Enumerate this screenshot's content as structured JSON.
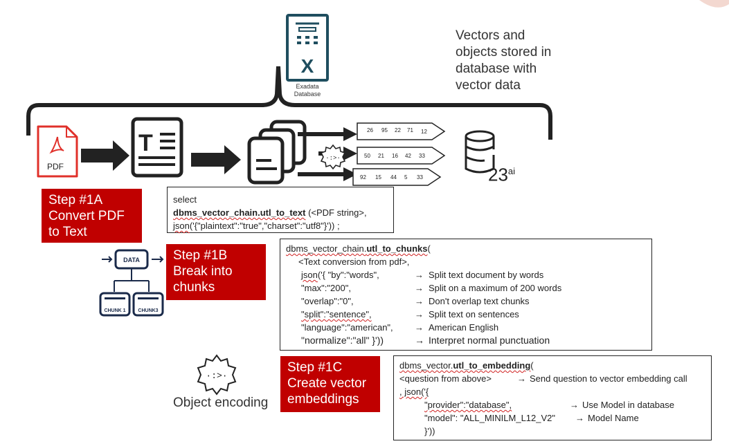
{
  "database": {
    "icon": "exadata-icon",
    "label_line1": "Exadata",
    "label_line2": "Database"
  },
  "top_note": [
    "Vectors and",
    "objects stored in",
    "database with",
    "vector data"
  ],
  "pdf_icon_label": "PDF",
  "vector_rows": [
    [
      "26",
      "95",
      "22",
      "71",
      "12"
    ],
    [
      "50",
      "21",
      "16",
      "42",
      "33"
    ],
    [
      "92",
      "15",
      "44",
      "5",
      "33"
    ]
  ],
  "db23_label": "23",
  "db23_suffix": "ai",
  "step1a": {
    "lines": [
      "Step #1A",
      "Convert PDF",
      "to Text"
    ]
  },
  "step1b": {
    "lines": [
      "Step #1B",
      "Break into",
      "chunks"
    ]
  },
  "step1c": {
    "lines": [
      "Step #1C",
      "Create vector",
      "embeddings"
    ]
  },
  "chunk_diagram": {
    "data": "DATA",
    "chunk1": "CHUNK 1",
    "chunk3": "CHUNK3"
  },
  "object_encoding": "Object encoding",
  "code1": {
    "l1": "select",
    "l2_fn": "dbms_vector_chain.utl_to_text",
    "l2_rest": " (<PDF string>,",
    "l3_fn": "json",
    "l3_rest": "('{\"plaintext\":\"true\",\"charset\":\"utf8\"}')) ;"
  },
  "code2": {
    "head_pre": "dbms_vector_chain.",
    "head_fn": "utl_to_chunks",
    "head_post": "(",
    "l1": "<Text conversion from pdf>,",
    "rows": [
      {
        "left_pre": "json",
        "left_rest": "('{ \"by\":\"words\",",
        "note": "Split text document by words"
      },
      {
        "left_pre": "",
        "left_rest": "\"max\":\"200\",",
        "note": "Split on a maximum of 200 words"
      },
      {
        "left_pre": "",
        "left_rest": "\"overlap\":\"0\",",
        "note": "Don't overlap text chunks"
      },
      {
        "left_pre": "",
        "left_rest": "\"split\":\"sentence\",",
        "note": "Split text on sentences"
      },
      {
        "left_pre": "",
        "left_rest": "\"language\":\"american\",",
        "note": "American English"
      },
      {
        "left_pre": "",
        "left_rest": " \"normalize\":\"all\" }'))",
        "note": "Interpret normal punctuation"
      }
    ]
  },
  "code3": {
    "head_pre": "dbms_vector.",
    "head_fn": "utl_to_embedding",
    "head_post": "(",
    "l1_left": "<question from above>",
    "l1_note": "Send question to vector embedding call",
    "l2": ", json('{",
    "l3_left": "\"provider\":\"database\",",
    "l3_note": "Use Model in database",
    "l4_left": "\"model\": \"ALL_MINILM_L12_V2\"",
    "l4_note": "Model Name",
    "l5": "}'))"
  },
  "arrow_glyph": "→",
  "colors": {
    "red": "#c00000",
    "pdf_red": "#e0302a",
    "dark": "#222222",
    "teal": "#1f4e5f"
  }
}
